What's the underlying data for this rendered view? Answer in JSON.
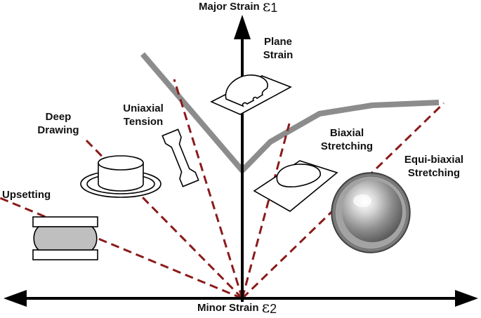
{
  "axes": {
    "major": {
      "label": "Major Strain",
      "symbol": "ε",
      "subscript": "1"
    },
    "minor": {
      "label": "Minor Strain",
      "symbol": "ε",
      "subscript": "2"
    }
  },
  "labels": {
    "plane_strain": [
      "Plane",
      "Strain"
    ],
    "uniaxial_tension": [
      "Uniaxial",
      "Tension"
    ],
    "deep_drawing": [
      "Deep",
      "Drawing"
    ],
    "upsetting": "Upsetting",
    "biaxial_stretching": [
      "Biaxial",
      "Stretching"
    ],
    "equi_biaxial_stretching": [
      "Equi-biaxial",
      "Stretching"
    ]
  },
  "colors": {
    "strain_path_lines": "#8b1a1a",
    "forming_limit_curve": "#8c8c8c",
    "axes": "#000000"
  }
}
